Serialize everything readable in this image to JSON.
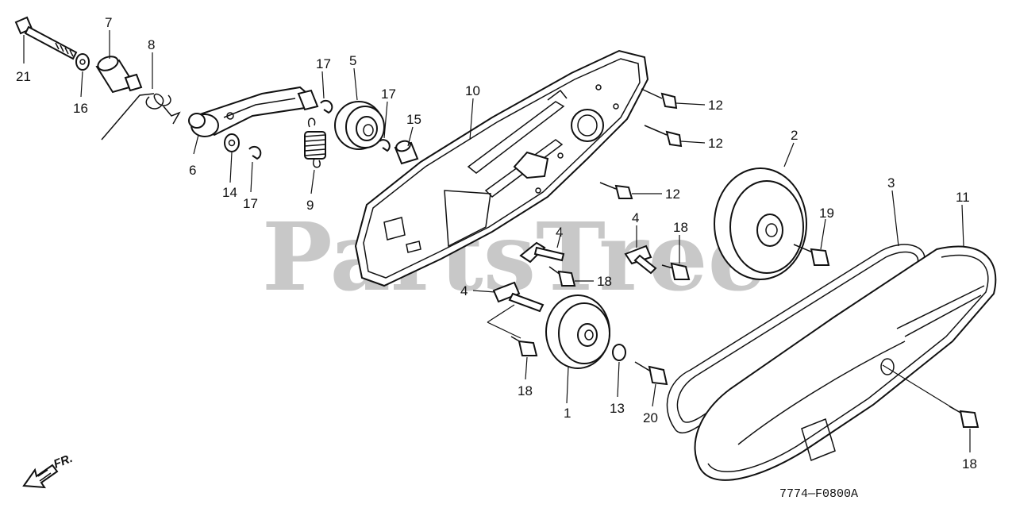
{
  "watermark": "PartsTree",
  "drawing_code": "7774—F0800A",
  "direction_label": "FR.",
  "callouts": [
    "21",
    "7",
    "8",
    "16",
    "6",
    "14",
    "17",
    "9",
    "17",
    "5",
    "17",
    "15",
    "10",
    "12",
    "12",
    "12",
    "2",
    "3",
    "11",
    "19",
    "4",
    "18",
    "4",
    "18",
    "4",
    "18",
    "1",
    "13",
    "20",
    "18"
  ]
}
